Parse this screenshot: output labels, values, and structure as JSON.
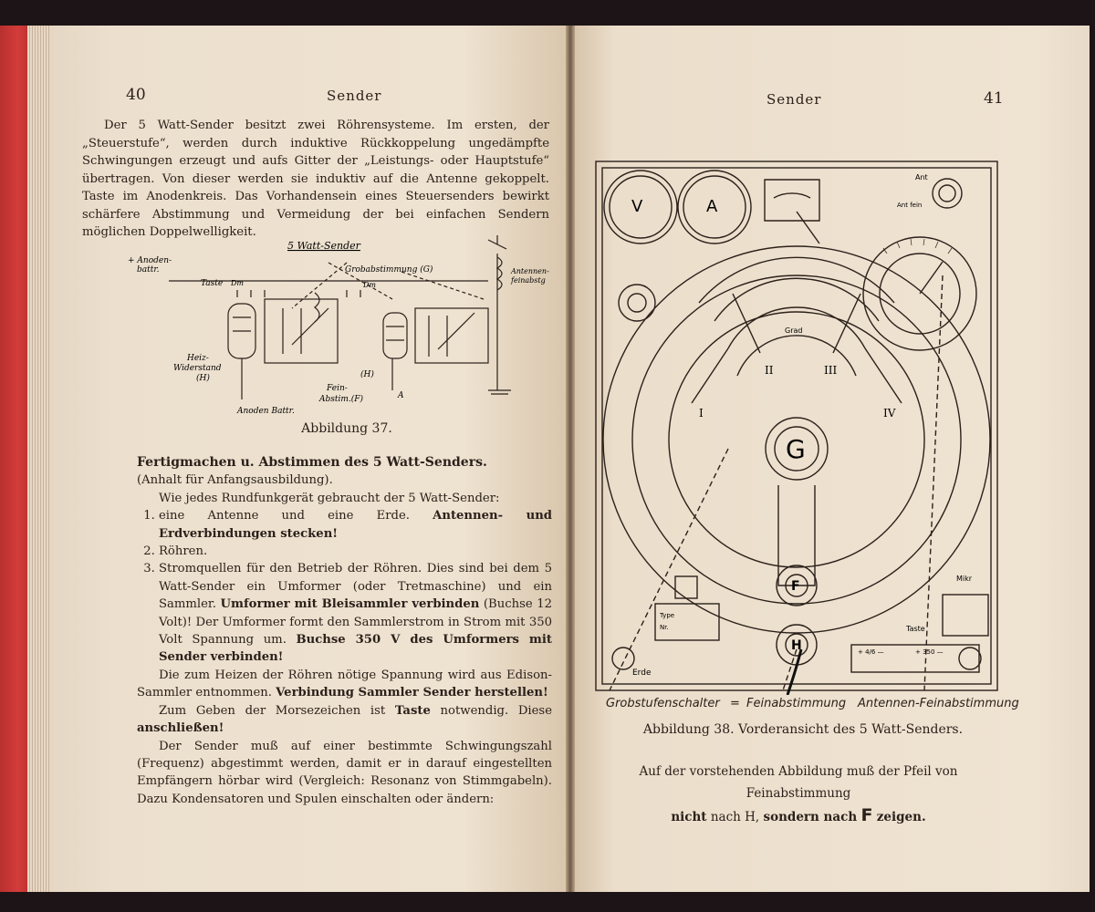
{
  "left_page": {
    "page_number": "40",
    "running_head": "Sender",
    "intro": "Der 5 Watt-Sender besitzt zwei Röhrensysteme. Im ersten, der „Steuerstufe“, werden durch induktive Rückkoppelung ungedämpfte Schwingungen erzeugt und aufs Gitter der „Leistungs- oder Hauptstufe“ übertragen. Von dieser werden sie induktiv auf die Antenne gekoppelt. Taste im Anodenkreis. Das Vorhandensein eines Steuersenders bewirkt schärfere Abstimmung und Vermeidung der bei einfachen Sendern möglichen Doppelwelligkeit.",
    "figure37": {
      "title": "5 Watt-Sender",
      "labels": {
        "anoden_batt_top": "+ Anoden-",
        "anoden_batt_top2": "battr.",
        "taste": "Taste",
        "d1": "Dm",
        "grob": "Grobabstimmung (G)",
        "d2": "Dm",
        "antennen": "Antennen-",
        "antennen2": "feinabstg",
        "heiz": "Heiz-",
        "heiz2": "Widerstand",
        "heiz3": "(H)",
        "h2": "(H)",
        "fein": "Fein-",
        "fein2": "Abstim.(F)",
        "a": "A",
        "anoden_batt_bottom": "Anoden Battr."
      },
      "caption": "Abbildung 37."
    },
    "section": {
      "heading": "Fertigmachen u. Abstimmen des 5 Watt-Senders.",
      "subheading": "(Anhalt für Anfangsausbildung).",
      "lead": "Wie jedes Rundfunkgerät gebraucht der 5 Watt-Sender:",
      "item1_plain": "eine Antenne und eine Erde. ",
      "item1_bold": "Antennen- und Erdverbindungen stecken!",
      "item2": "Röhren.",
      "item3_plain1": "Stromquellen für den Betrieb der Röhren. Dies sind bei dem 5 Watt-Sender ein Umformer (oder Tretmaschine) und ein Sammler. ",
      "item3_bold1": "Umformer mit Bleisammler verbinden",
      "item3_plain2": " (Buchse 12 Volt)! Der Umformer formt den Sammlerstrom in Strom mit 350 Volt Spannung um. ",
      "item3_bold2": "Buchse 350 V des Umformers mit Sender verbinden!",
      "para1_plain": "Die zum Heizen der Röhren nötige Spannung wird aus Edison-Sammler entnommen. ",
      "para1_bold": "Verbindung Sammler Sender herstellen!",
      "para2_plain": "Zum Geben der Morsezeichen ist ",
      "para2_bold1": "Taste",
      "para2_plain2": " notwendig. Diese ",
      "para2_bold2": "anschließen!",
      "para3": "Der Sender muß auf einer bestimmte Schwingungszahl (Frequenz) abgestimmt werden, damit er in darauf eingestellten Empfängern hörbar wird (Vergleich: Resonanz von Stimmgabeln). Dazu Kondensatoren und Spulen einschalten oder ändern:"
    }
  },
  "right_page": {
    "page_number": "41",
    "running_head": "Sender",
    "figure38": {
      "meter_v": "V",
      "meter_a": "A",
      "ant": "Ant",
      "ant_fein": "Ant fein",
      "grad": "Grad",
      "dial_g": "G",
      "knob_f": "F",
      "knob_h": "H",
      "erde": "Erde",
      "mikr": "Mikr",
      "taste": "Taste",
      "type": "Type",
      "nr": "Nr.",
      "roman_i": "I",
      "roman_ii": "II",
      "roman_iii": "III",
      "roman_iv": "IV",
      "plus_46": "+ 4/6 —",
      "plus_350": "+ 350 —",
      "label_grob": "Grobstufenschalter",
      "label_eq": "=",
      "label_fein": "Feinabstimmung",
      "label_ant": "Antennen-Feinabstimmung",
      "caption": "Abbildung 38. Vorderansicht des 5 Watt-Senders."
    },
    "note_line1": "Auf der vorstehenden Abbildung muß der Pfeil von Feinabstimmung",
    "note_nicht": "nicht",
    "note_nach": " nach H, ",
    "note_sondern": "sondern nach",
    "note_f": "F",
    "note_zeigen": "zeigen."
  }
}
